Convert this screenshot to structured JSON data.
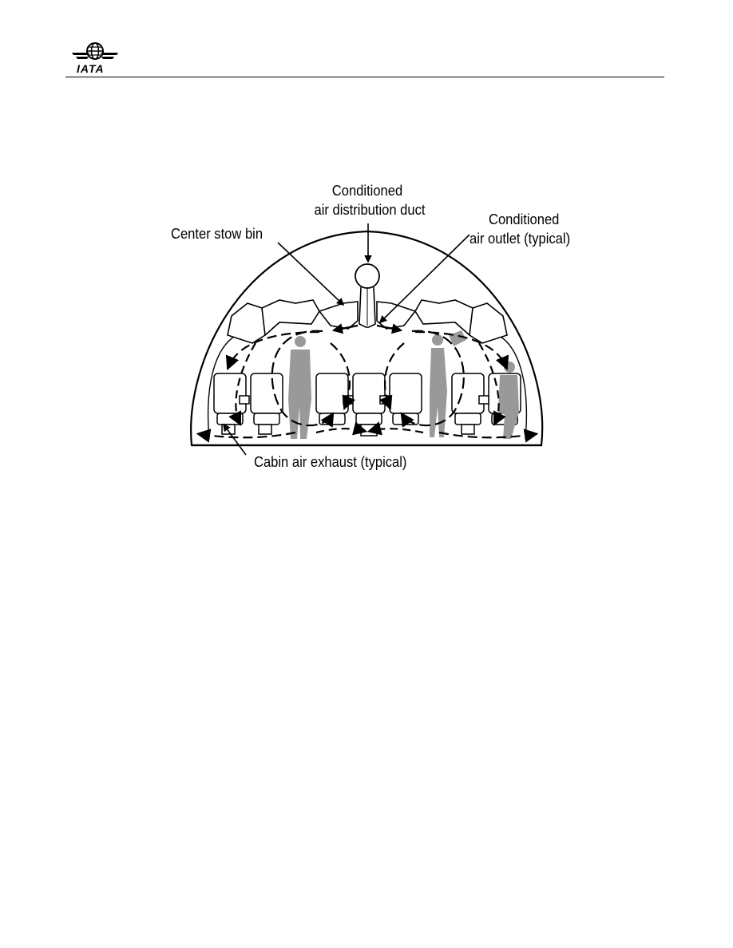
{
  "header": {
    "logo_text": "IATA"
  },
  "diagram": {
    "labels": {
      "duct_line1": "Conditioned",
      "duct_line2": "air distribution duct",
      "stow_bin": "Center stow bin",
      "outlet_line1": "Conditioned",
      "outlet_line2": "air outlet (typical)",
      "exhaust": "Cabin air exhaust (typical)"
    }
  },
  "colors": {
    "line": "#000000",
    "passenger": "#999999"
  }
}
